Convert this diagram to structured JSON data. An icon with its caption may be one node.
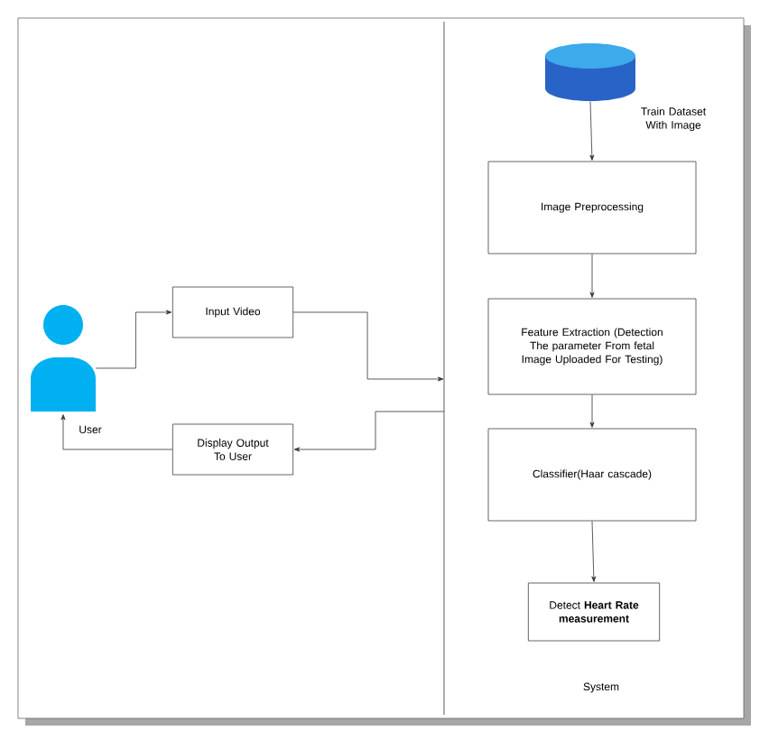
{
  "diagram": {
    "nodes": [
      {
        "text": [],
        "shape": "person",
        "beside": [
          "User"
        ]
      },
      {
        "text": [
          "Input Video"
        ]
      },
      {
        "text": [
          "Display Output To User"
        ]
      },
      {
        "text": [],
        "shape": "cylinder",
        "beside": [
          "Train Dataset With Image"
        ]
      },
      {
        "text": [
          "Image Preprocessing"
        ]
      },
      {
        "text": [
          "Feature Extraction (Detection The parameter From fetal Image Uploaded For Testing)"
        ]
      },
      {
        "text": [
          "Classifier(Haar cascade)"
        ]
      },
      {
        "text": [
          "Detect **Heart Rate measurement**"
        ]
      }
    ],
    "edges": [
      {
        "from": 0,
        "to": 1,
        "arrow": "to"
      },
      {
        "from": 1,
        "to": null,
        "arrow": "to"
      },
      {
        "from": null,
        "to": 2,
        "arrow": "to"
      },
      {
        "from": 2,
        "to": 0,
        "arrow": "to"
      },
      {
        "from": 3,
        "to": 4,
        "arrow": "to"
      },
      {
        "from": 4,
        "to": 5,
        "arrow": "to"
      },
      {
        "from": 5,
        "to": 6,
        "arrow": "to"
      },
      {
        "from": 6,
        "to": 7,
        "arrow": "to"
      }
    ],
    "labels": [
      "System"
    ]
  }
}
